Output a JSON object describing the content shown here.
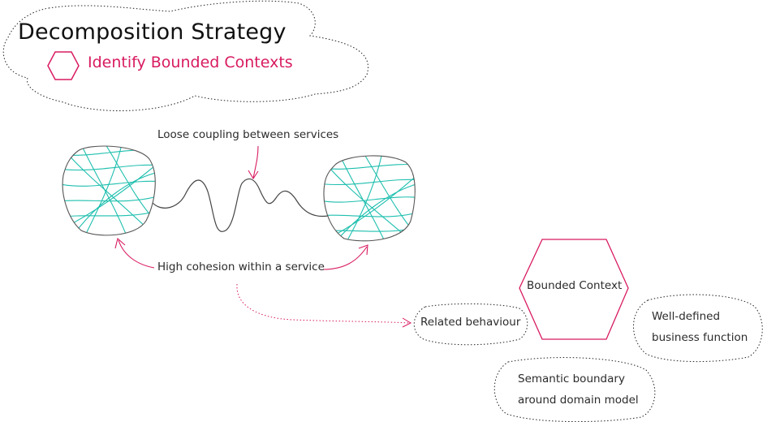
{
  "header": {
    "title": "Decomposition Strategy",
    "subtitle": "Identify Bounded Contexts"
  },
  "labels": {
    "loose_coupling": "Loose coupling between services",
    "high_cohesion": "High cohesion within a service",
    "related_behaviour": "Related behaviour",
    "bounded_context": "Bounded Context",
    "well_defined_1": "Well-defined",
    "well_defined_2": "business function",
    "semantic_1": "Semantic boundary",
    "semantic_2": "around domain model"
  },
  "colors": {
    "accent": "#d81b60",
    "mesh": "#1ebfae",
    "ink": "#333333",
    "dotted": "#222222"
  },
  "icons": {
    "subtitle_icon": "hexagon-icon"
  }
}
